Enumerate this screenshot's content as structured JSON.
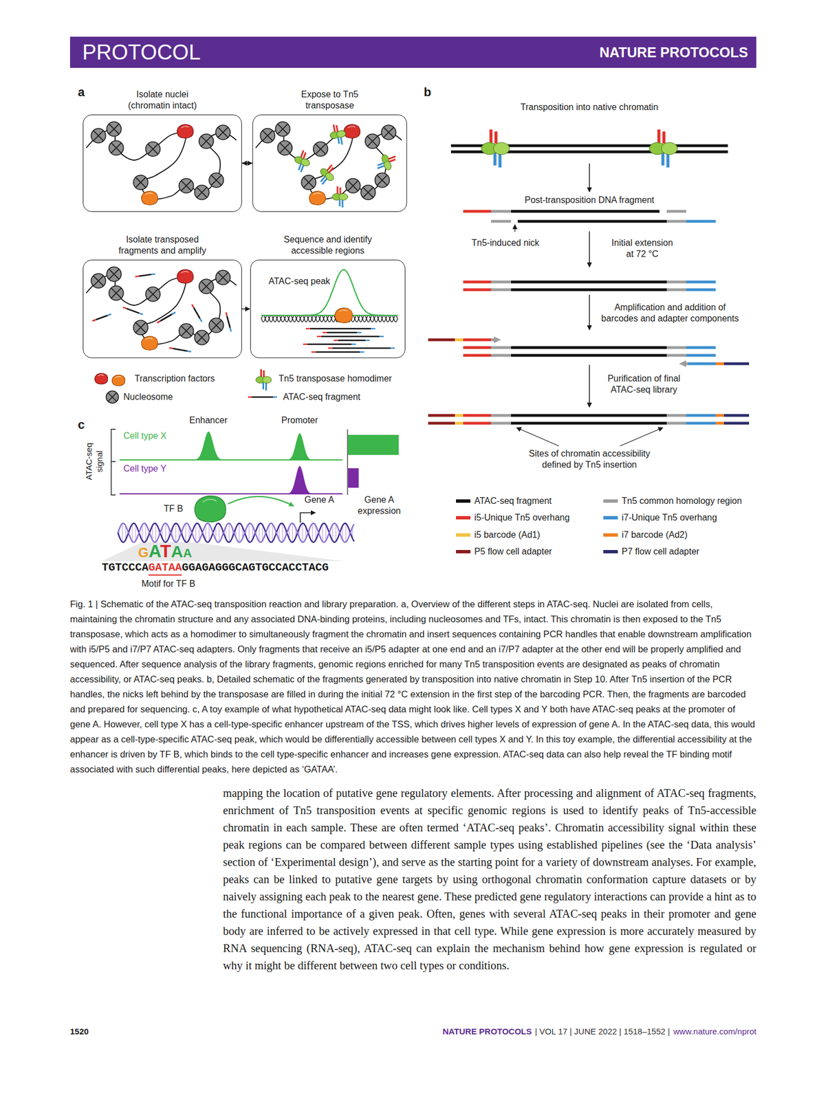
{
  "diagram": {
    "caption": "Fig. 1 | Schematic of the ATAC-seq transposition reaction and library preparation. a, Overview of the different steps in ATAC-seq. Nuclei are isolated from cells, maintaining the chromatin structure and any associated DNA-binding proteins, including nucleosomes and TFs, intact. This chromatin is then exposed to the Tn5 transposase, which acts as a homodimer to simultaneously fragment the chromatin and insert sequences containing PCR handles that enable downstream amplification with i5/P5 and i7/P7 ATAC-seq adapters. Only fragments that receive an i5/P5 adapter at one end and an i7/P7 adapter at the other end will be properly amplified and sequenced. After sequence analysis of the library fragments, genomic regions enriched for many Tn5 transposition events are designated as peaks of chromatin accessibility, or ATAC-seq peaks. b, Detailed schematic of the fragments generated by transposition into native chromatin in Step 10. After Tn5 insertion of the PCR handles, the nicks left behind by the transposase are filled in during the initial 72 °C extension in the first step of the barcoding PCR. Then, the fragments are barcoded and prepared for sequencing. c, A toy example of what hypothetical ATAC-seq data might look like. Cell types X and Y both have ATAC-seq peaks at the promoter of gene A. However, cell type X has a cell-type-specific enhancer upstream of the TSS, which drives higher levels of expression of gene A. In the ATAC-seq data, this would appear as a cell-type-specific ATAC-seq peak, which would be differentially accessible between cell types X and Y. In this toy example, the differential accessibility at the enhancer is driven by TF B, which binds to the cell type-specific enhancer and increases gene expression. ATAC-seq data can also help reveal the TF binding motif associated with such differential peaks, here depicted as ‘GATAA’.",
    "nodes": [
      {
        "text": [
          "Isolate nuclei (chromatin intact)"
        ]
      },
      {
        "text": [
          "Expose to Tn5 transposase"
        ]
      },
      {
        "text": [
          "Isolate transposed fragments and amplify"
        ]
      },
      {
        "text": [
          "Sequence and identify accessible regions",
          "ATAC-seq peak"
        ]
      }
    ],
    "edges": [
      {
        "from": 0,
        "to": 1,
        "arrow": "to"
      },
      {
        "from": 1,
        "to": 2,
        "arrow": "to"
      },
      {
        "from": 2,
        "to": 3,
        "arrow": "to"
      }
    ],
    "labels": [
      "PROTOCOL",
      "NATURE PROTOCOLS",
      "a",
      "b",
      "c",
      "Transposition into native chromatin",
      "Post-transposition DNA fragment",
      "Tn5-induced nick",
      "Initial extension at 72 °C",
      "Amplification and addition of barcodes and adapter components",
      "Purification of final ATAC-seq library",
      "Sites of chromatin accessibility defined by Tn5 insertion",
      "Enhancer",
      "Promoter",
      "ATAC-seq signal",
      "Cell type X",
      "Cell type Y",
      "Gene A",
      "Gene A expression",
      "TF B",
      "GATAA",
      "TGTCCCA",
      "GATAA",
      "GGAGAGGGCAGTGCCACCTACG",
      "Motif for TF B",
      "mapping the location of putative gene regulatory elements. After processing and alignment of ATAC-seq fragments, enrichment of Tn5 transposition events at specific genomic regions is used to identify peaks of Tn5-accessible chromatin in each sample. These are often termed ‘ATAC-seq peaks’. Chromatin accessibility signal within these peak regions can be compared between different sample types using established pipelines (see the ‘Data analysis’ section of ‘Experimental design’), and serve as the starting point for a variety of downstream analyses. For example, peaks can be linked to putative gene targets by using orthogonal chromatin conformation capture datasets or by naively assigning each peak to the nearest gene. These predicted gene regulatory interactions can provide a hint as to the functional importance of a given peak. Often, genes with several ATAC-seq peaks in their promoter and gene body are inferred to be actively expressed in that cell type. While gene expression is more accurately measured by RNA sequencing (RNA-seq), ATAC-seq can explain the mechanism behind how gene expression is regulated or why it might be different between two cell types or conditions.",
      "1520",
      "NATURE PROTOCOLS",
      "| VOL 17 | JUNE 2022 | 1518–1552 |",
      "www.nature.com/nprot"
    ],
    "legend": [
      {
        "text": "Transcription factors"
      },
      {
        "text": "Tn5 transposase homodimer"
      },
      {
        "text": "Nucleosome"
      },
      {
        "text": "ATAC-seq fragment"
      },
      {
        "text": "ATAC-seq fragment",
        "color": "#111111"
      },
      {
        "text": "Tn5 common homology region",
        "color": "#9d9d9d"
      },
      {
        "text": "i5-Unique Tn5 overhang",
        "color": "#e0322b"
      },
      {
        "text": "i7-Unique Tn5 overhang",
        "color": "#3b8fd0"
      },
      {
        "text": "i5 barcode (Ad1)",
        "color": "#f5c242"
      },
      {
        "text": "i7 barcode (Ad2)",
        "color": "#f07f21"
      },
      {
        "text": "P5 flow cell adapter",
        "color": "#8b1c1c"
      },
      {
        "text": "P7 flow cell adapter",
        "color": "#2b2c6c"
      }
    ]
  }
}
